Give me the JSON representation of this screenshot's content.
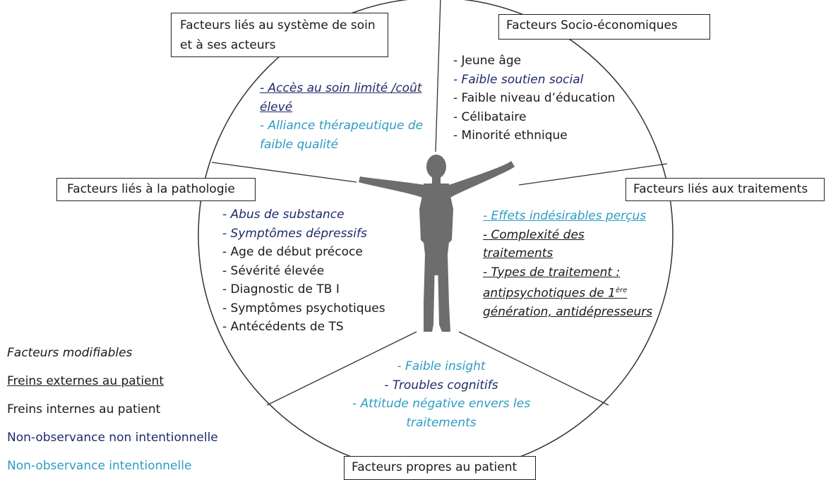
{
  "colors": {
    "black": "#1a1a1a",
    "navy": "#1f2a6b",
    "cyan": "#2e9cc4"
  },
  "boxes": {
    "systeme": "Facteurs liés au système de soin et à ses acteurs",
    "socio": "Facteurs Socio-économiques",
    "pathologie": "Facteurs liés à la pathologie",
    "traitements": "Facteurs liés aux traitements",
    "patient": "Facteurs propres au patient"
  },
  "systeme_items": [
    {
      "text": "- Accès au soin limité /coût élevé",
      "line1": "- Accès au soin limité /coût",
      "line2": "élevé",
      "color": "navy"
    },
    {
      "text": "- Alliance thérapeutique de faible qualité",
      "line1": "- Alliance thérapeutique de",
      "line2": "faible qualité",
      "color": "cyan"
    }
  ],
  "socio_items": [
    {
      "text": "- Jeune âge",
      "color": "black"
    },
    {
      "text": "- Faible soutien social",
      "color": "navy"
    },
    {
      "text": "- Faible niveau d’éducation",
      "color": "black"
    },
    {
      "text": "- Célibataire",
      "color": "black"
    },
    {
      "text": "- Minorité ethnique",
      "color": "black"
    }
  ],
  "pathologie_items": [
    {
      "text": "- Abus de substance",
      "color": "navy"
    },
    {
      "text": "- Symptômes dépressifs",
      "color": "navy"
    },
    {
      "text": "- Age de début précoce",
      "color": "black"
    },
    {
      "text": "- Sévérité élevée",
      "color": "black"
    },
    {
      "text": "- Diagnostic de TB I",
      "color": "black"
    },
    {
      "text": "- Symptômes psychotiques",
      "color": "black"
    },
    {
      "text": "- Antécédents de TS",
      "color": "black"
    }
  ],
  "traitements_items": {
    "effets": "- Effets indésirables perçus",
    "complexite_l1": "- Complexité des",
    "complexite_l2": "traitements",
    "types_l1": "- Types de traitement :",
    "types_l2": "antipsychotiques de 1",
    "types_sup": "ère",
    "types_l3": "génération, antidépresseurs"
  },
  "patient_items": [
    {
      "text": "- Faible insight",
      "color": "cyan"
    },
    {
      "text": "- Troubles cognitifs",
      "color": "navy"
    },
    {
      "text": "- Attitude négative envers les traitements",
      "line1": "- Attitude négative envers les",
      "line2": "traitements",
      "color": "cyan"
    }
  ],
  "legend": {
    "modifiables": "Facteurs modifiables",
    "externes": "Freins externes au patient",
    "internes": "Freins internes au patient",
    "non_intentionnelle": "Non-observance non intentionnelle",
    "intentionnelle": "Non-observance intentionnelle"
  }
}
